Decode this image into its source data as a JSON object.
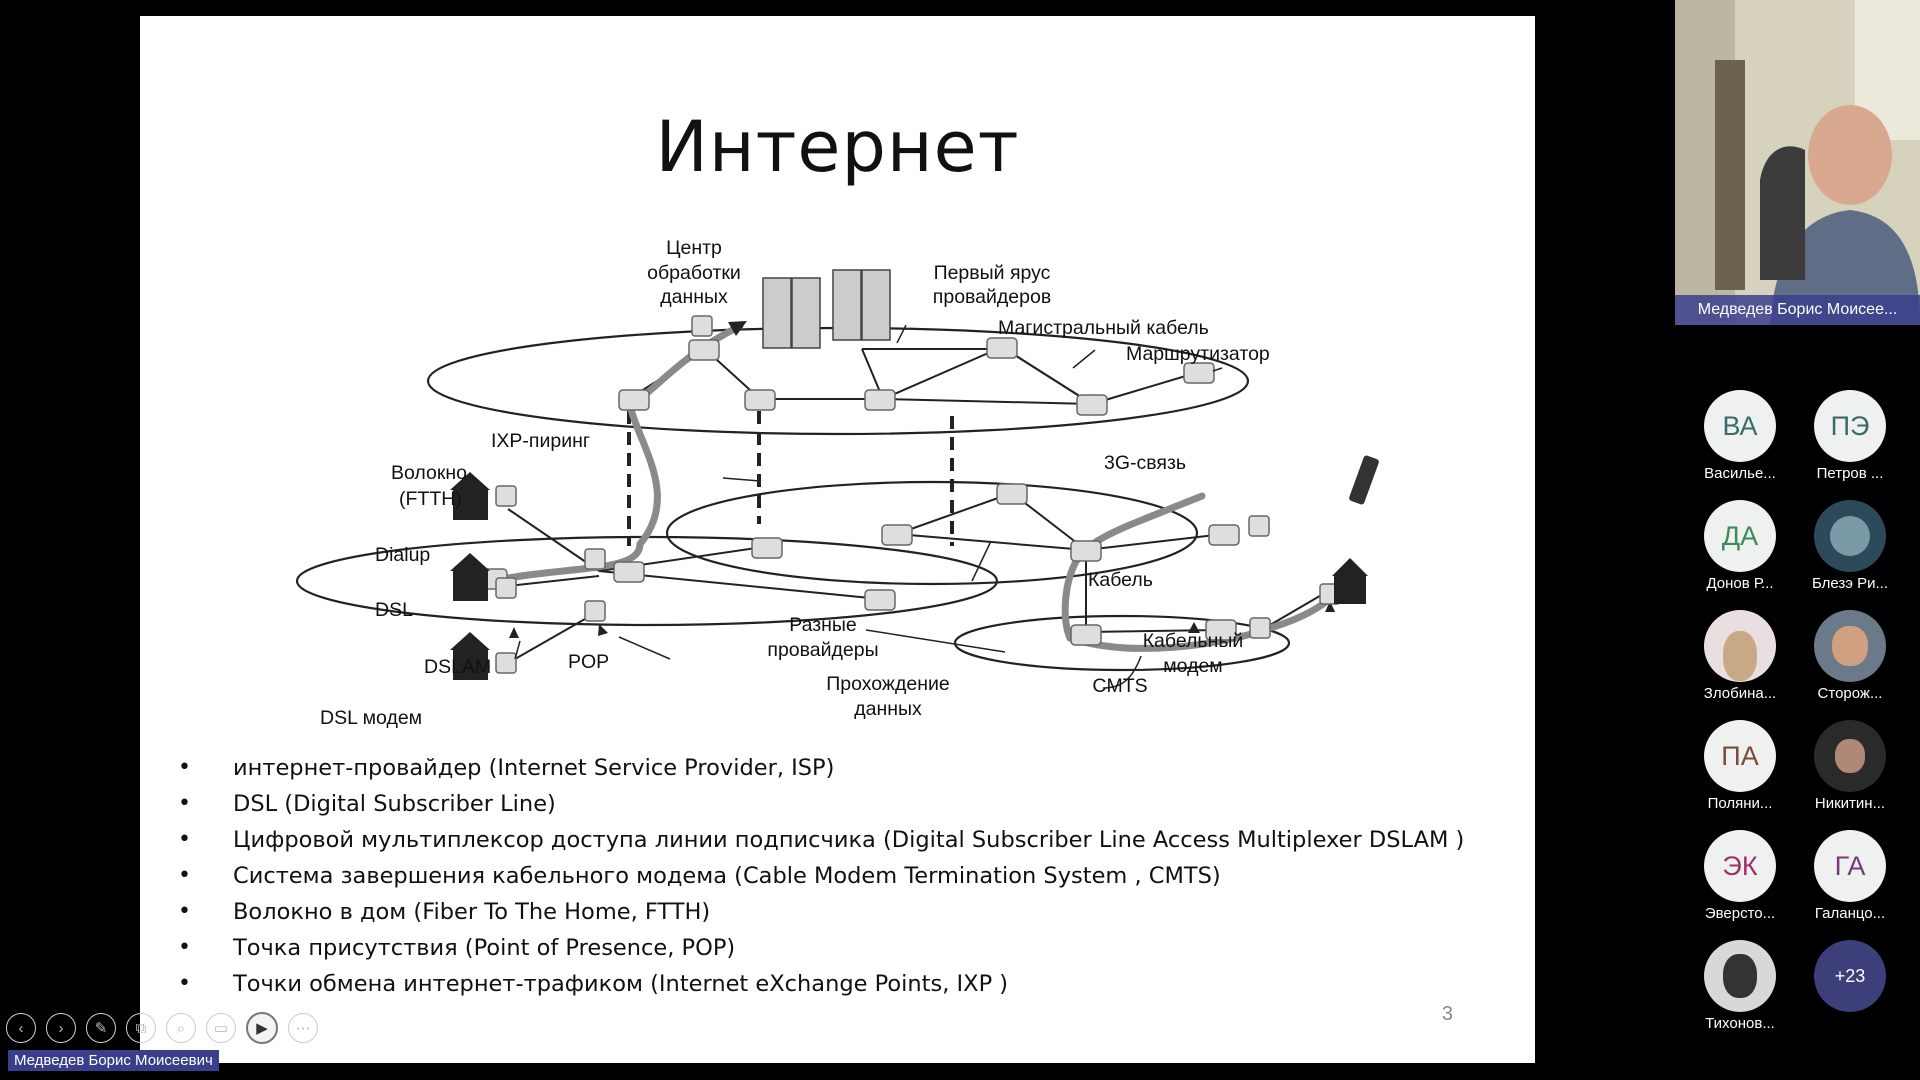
{
  "slide": {
    "title": "Интернет",
    "page_number": "3",
    "diagram_labels": {
      "data_center": [
        "Центр",
        "обработки",
        "данных"
      ],
      "tier1": [
        "Первый ярус",
        "провайдеров"
      ],
      "backbone": "Магистральный кабель",
      "router": "Маршрутизатор",
      "ixp": "IXP-пиринг",
      "fiber": [
        "Волокно",
        "(FTTH)"
      ],
      "dialup": "Dialup",
      "dsl": "DSL",
      "dslam": "DSLAM",
      "pop": "POP",
      "dsl_modem": "DSL модем",
      "mobile": "3G-связь",
      "cable": "Кабель",
      "cable_modem": [
        "Кабельный",
        "модем"
      ],
      "cmts": "CMTS",
      "isps": [
        "Разные",
        "провайдеры"
      ],
      "data_path": [
        "Прохождение",
        "данных"
      ]
    },
    "bullets": [
      "интернет-провайдер (Internet Service Provider, ISP)",
      "DSL (Digital Subscriber Line)",
      "Цифровой мультиплексор доступа линии подписчика  (Digital Subscriber Line Access Multiplexer DSLAM )",
      "Система завершения кабельного модема (Cable Modem Termination System , CMTS)",
      "Волокно в дом (Fiber To The Home, FTTH)",
      "Точка присутствия (Point of Presence, POP)",
      "Точки обмена интернет-трафиком (Internet eXchange Points, IXP )"
    ]
  },
  "toolbar": {
    "icons": [
      "arrow-left-icon",
      "arrow-right-icon",
      "pen-icon",
      "copy-icon",
      "zoom-icon",
      "subtitle-icon",
      "camera-icon",
      "more-icon"
    ],
    "glyphs": [
      "‹",
      "›",
      "✎",
      "⧉",
      "⌕",
      "▭",
      "▶",
      "⋯"
    ]
  },
  "presenter_label": "Медведев Борис Моисеевич",
  "camera": {
    "name": "Медведев Борис Моисее..."
  },
  "participants": [
    {
      "initials": "ВА",
      "name": "Василье...",
      "color": "#3a6b6a"
    },
    {
      "initials": "ПЭ",
      "name": "Петров ...",
      "color": "#3a6b6a"
    },
    {
      "initials": "ДА",
      "name": "Донов Р...",
      "color": "#3a8a5a"
    },
    {
      "initials": "",
      "name": "Блезэ Ри...",
      "photo": true
    },
    {
      "initials": "",
      "name": "Злобина...",
      "photo": true
    },
    {
      "initials": "",
      "name": "Сторож...",
      "photo": true
    },
    {
      "initials": "ПА",
      "name": "Поляни...",
      "color": "#7a4a3a"
    },
    {
      "initials": "",
      "name": "Никитин...",
      "photo": true
    },
    {
      "initials": "ЭК",
      "name": "Эверсто...",
      "color": "#a0306a"
    },
    {
      "initials": "ГА",
      "name": "Галанцо...",
      "color": "#7a3a7a"
    },
    {
      "initials": "",
      "name": "Тихонов...",
      "photo": true
    },
    {
      "initials": "+23",
      "name": "",
      "more": true
    }
  ],
  "colors": {
    "presenter_label_bg": "#3a3f8c",
    "more_bg": "#3d3f7a"
  }
}
